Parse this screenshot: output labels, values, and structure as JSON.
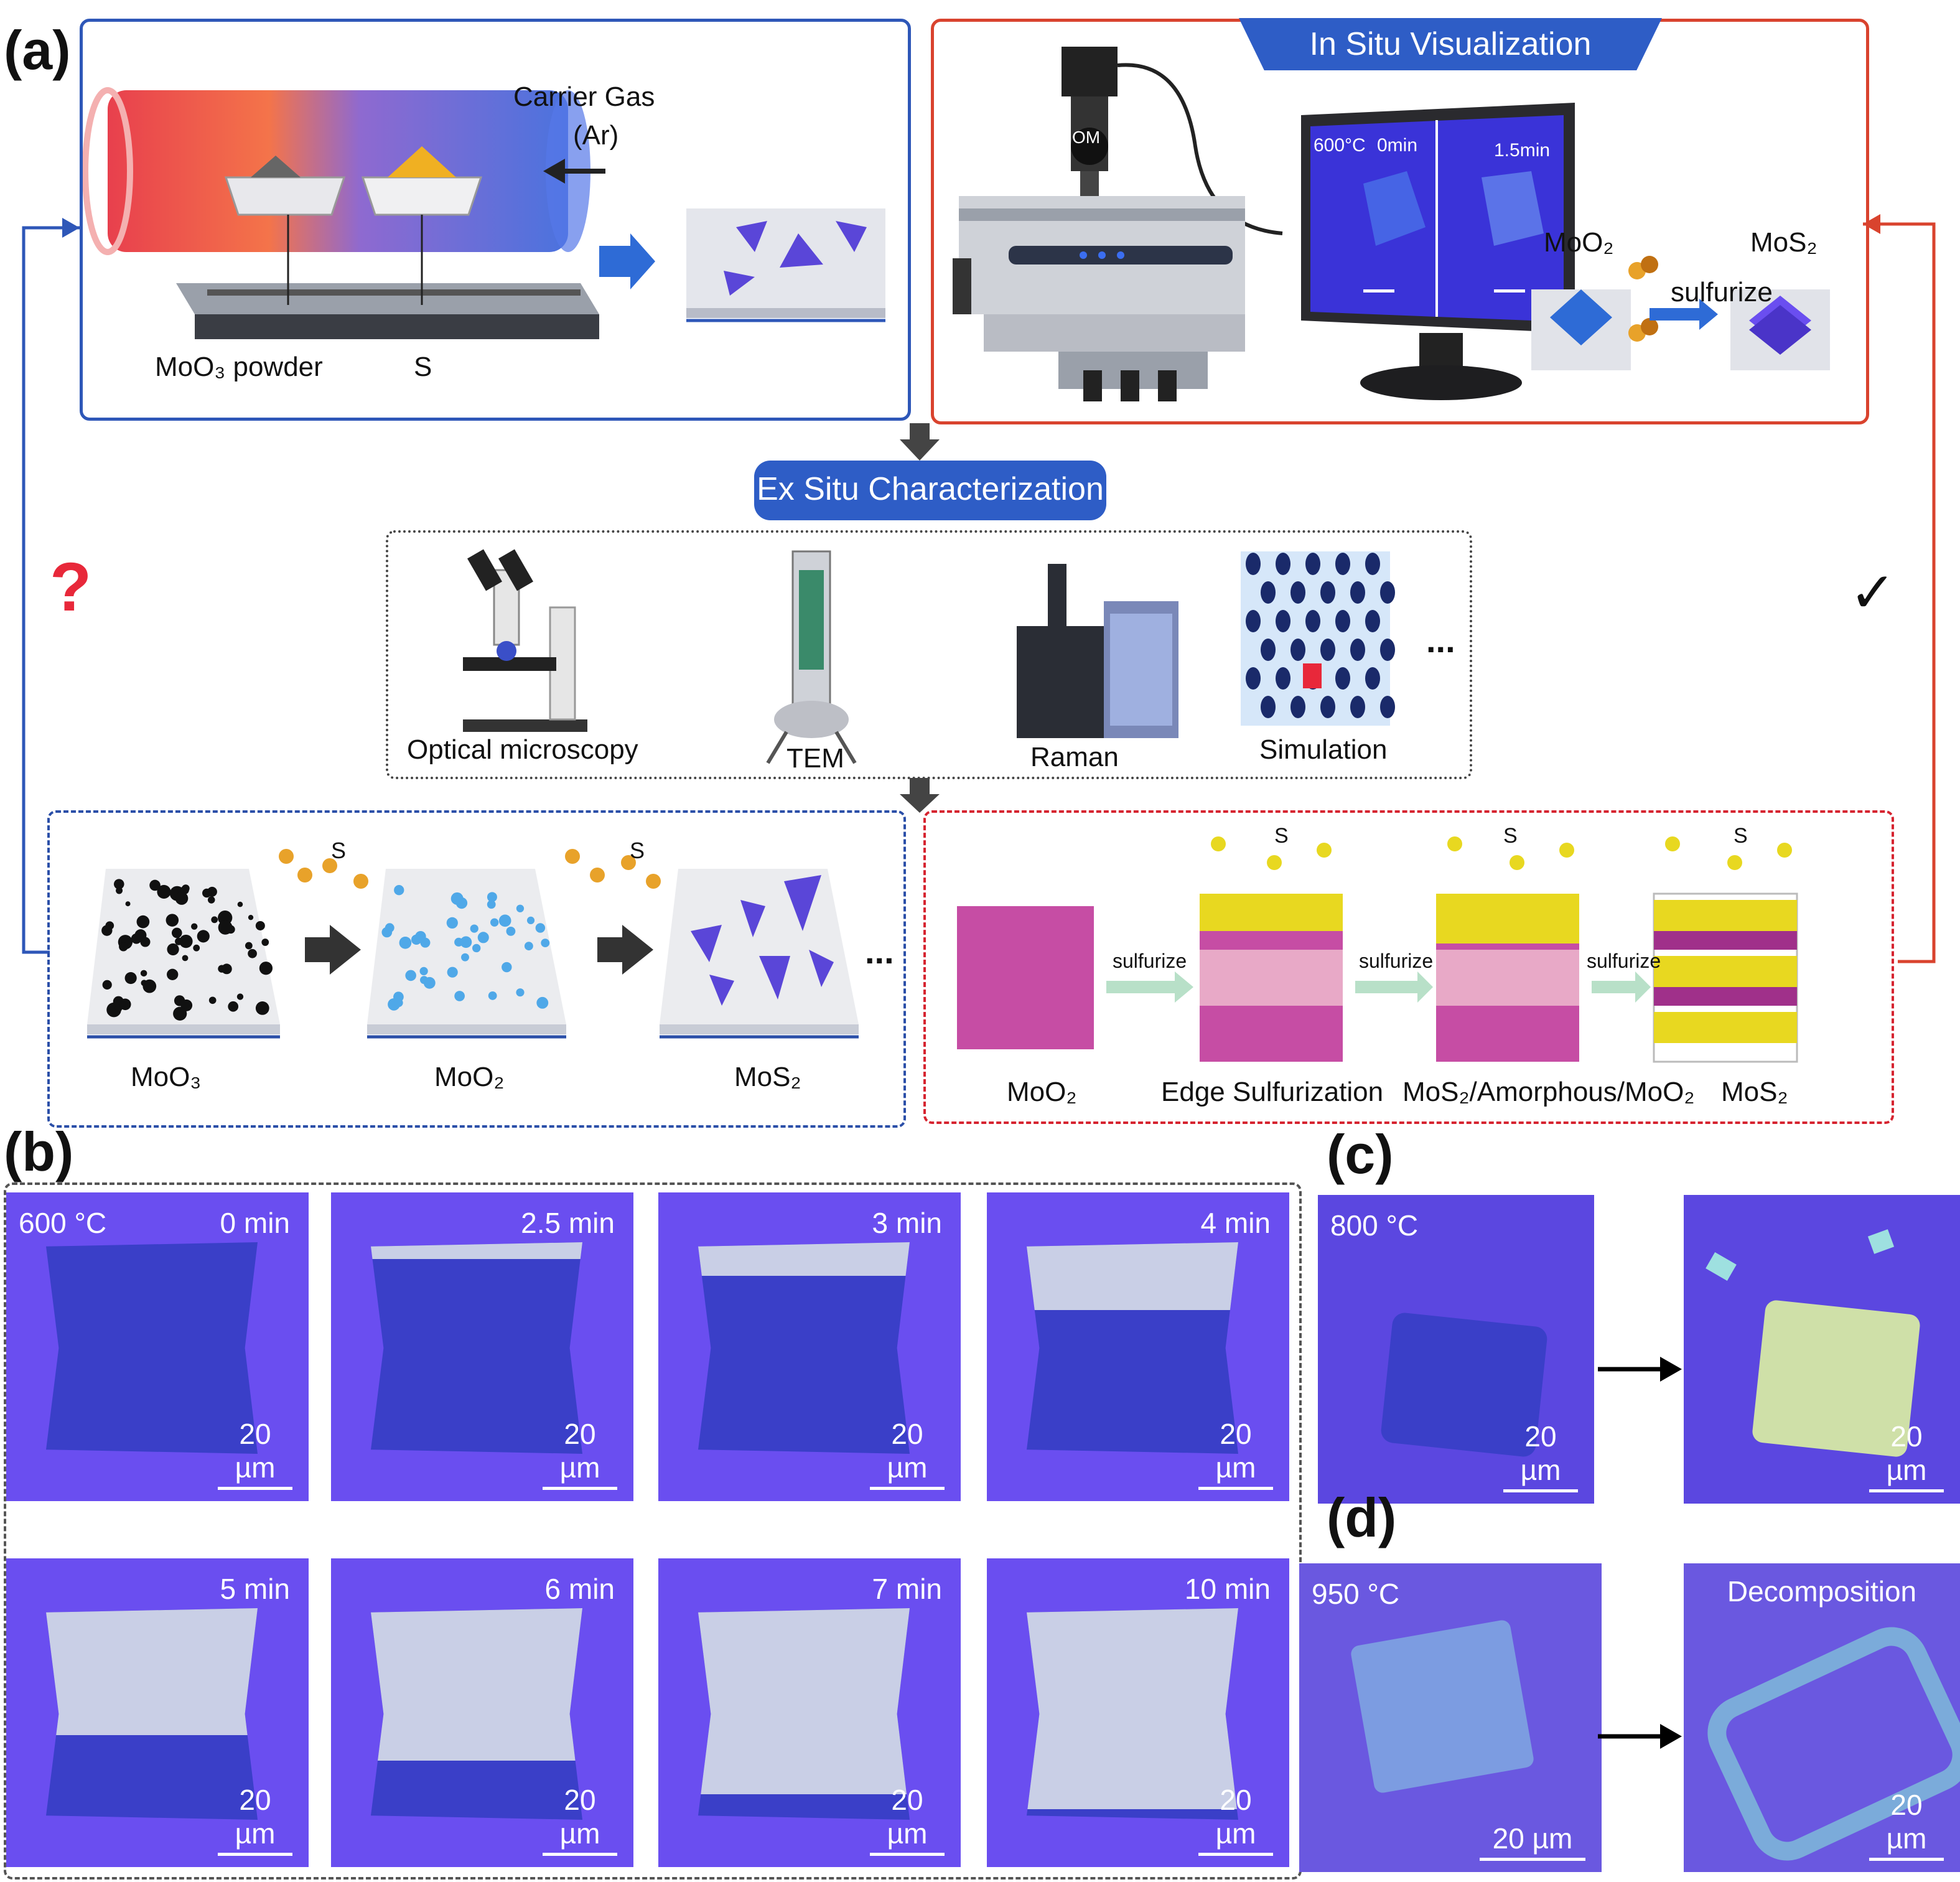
{
  "panels": {
    "a": "(a)",
    "b": "(b)",
    "c": "(c)",
    "d": "(d)"
  },
  "growth": {
    "carrier_gas": "Carrier Gas",
    "carrier_gas_species": "(Ar)",
    "moo3_powder": "MoO₃ powder",
    "sulfur": "S"
  },
  "insitu": {
    "title": "In Situ Visualization",
    "om": "OM",
    "monitor_left_temp": "600°C",
    "monitor_left_time": "0min",
    "monitor_right_time": "1.5min",
    "moo2": "MoO₂",
    "sulfurize": "sulfurize",
    "mos2": "MoS₂"
  },
  "exsitu": {
    "title": "Ex Situ Characterization",
    "instruments": [
      "Optical microscopy",
      "TEM",
      "Raman",
      "Simulation"
    ],
    "ellipsis": "..."
  },
  "marks": {
    "question": "?",
    "check": "✓"
  },
  "pathway_left": {
    "steps": [
      "MoO₃",
      "MoO₂",
      "MoS₂"
    ],
    "sulfur": "S",
    "ellipsis": "..."
  },
  "pathway_right": {
    "steps": [
      "MoO₂",
      "Edge Sulfurization",
      "MoS₂/Amorphous/MoO₂",
      "MoS₂"
    ],
    "sulfurize": "sulfurize",
    "sulfur": "S"
  },
  "panel_b": {
    "temperature": "600 °C",
    "frames": [
      "0 min",
      "2.5 min",
      "3 min",
      "4 min",
      "5 min",
      "6 min",
      "7 min",
      "10 min"
    ],
    "coverage_fraction": [
      0.0,
      0.08,
      0.16,
      0.32,
      0.6,
      0.72,
      0.88,
      0.95
    ],
    "scale": "20 µm"
  },
  "panel_c": {
    "temperature": "800 °C",
    "scale": "20 µm"
  },
  "panel_d": {
    "temperature": "950 °C",
    "label": "Decomposition",
    "scale": "20 µm"
  },
  "colors": {
    "blue_frame": "#2e57b8",
    "red_frame": "#d9432e",
    "substrate": "#6a4ef0",
    "flake": "#3a3fc8",
    "mos2": "#c9cfe6"
  }
}
